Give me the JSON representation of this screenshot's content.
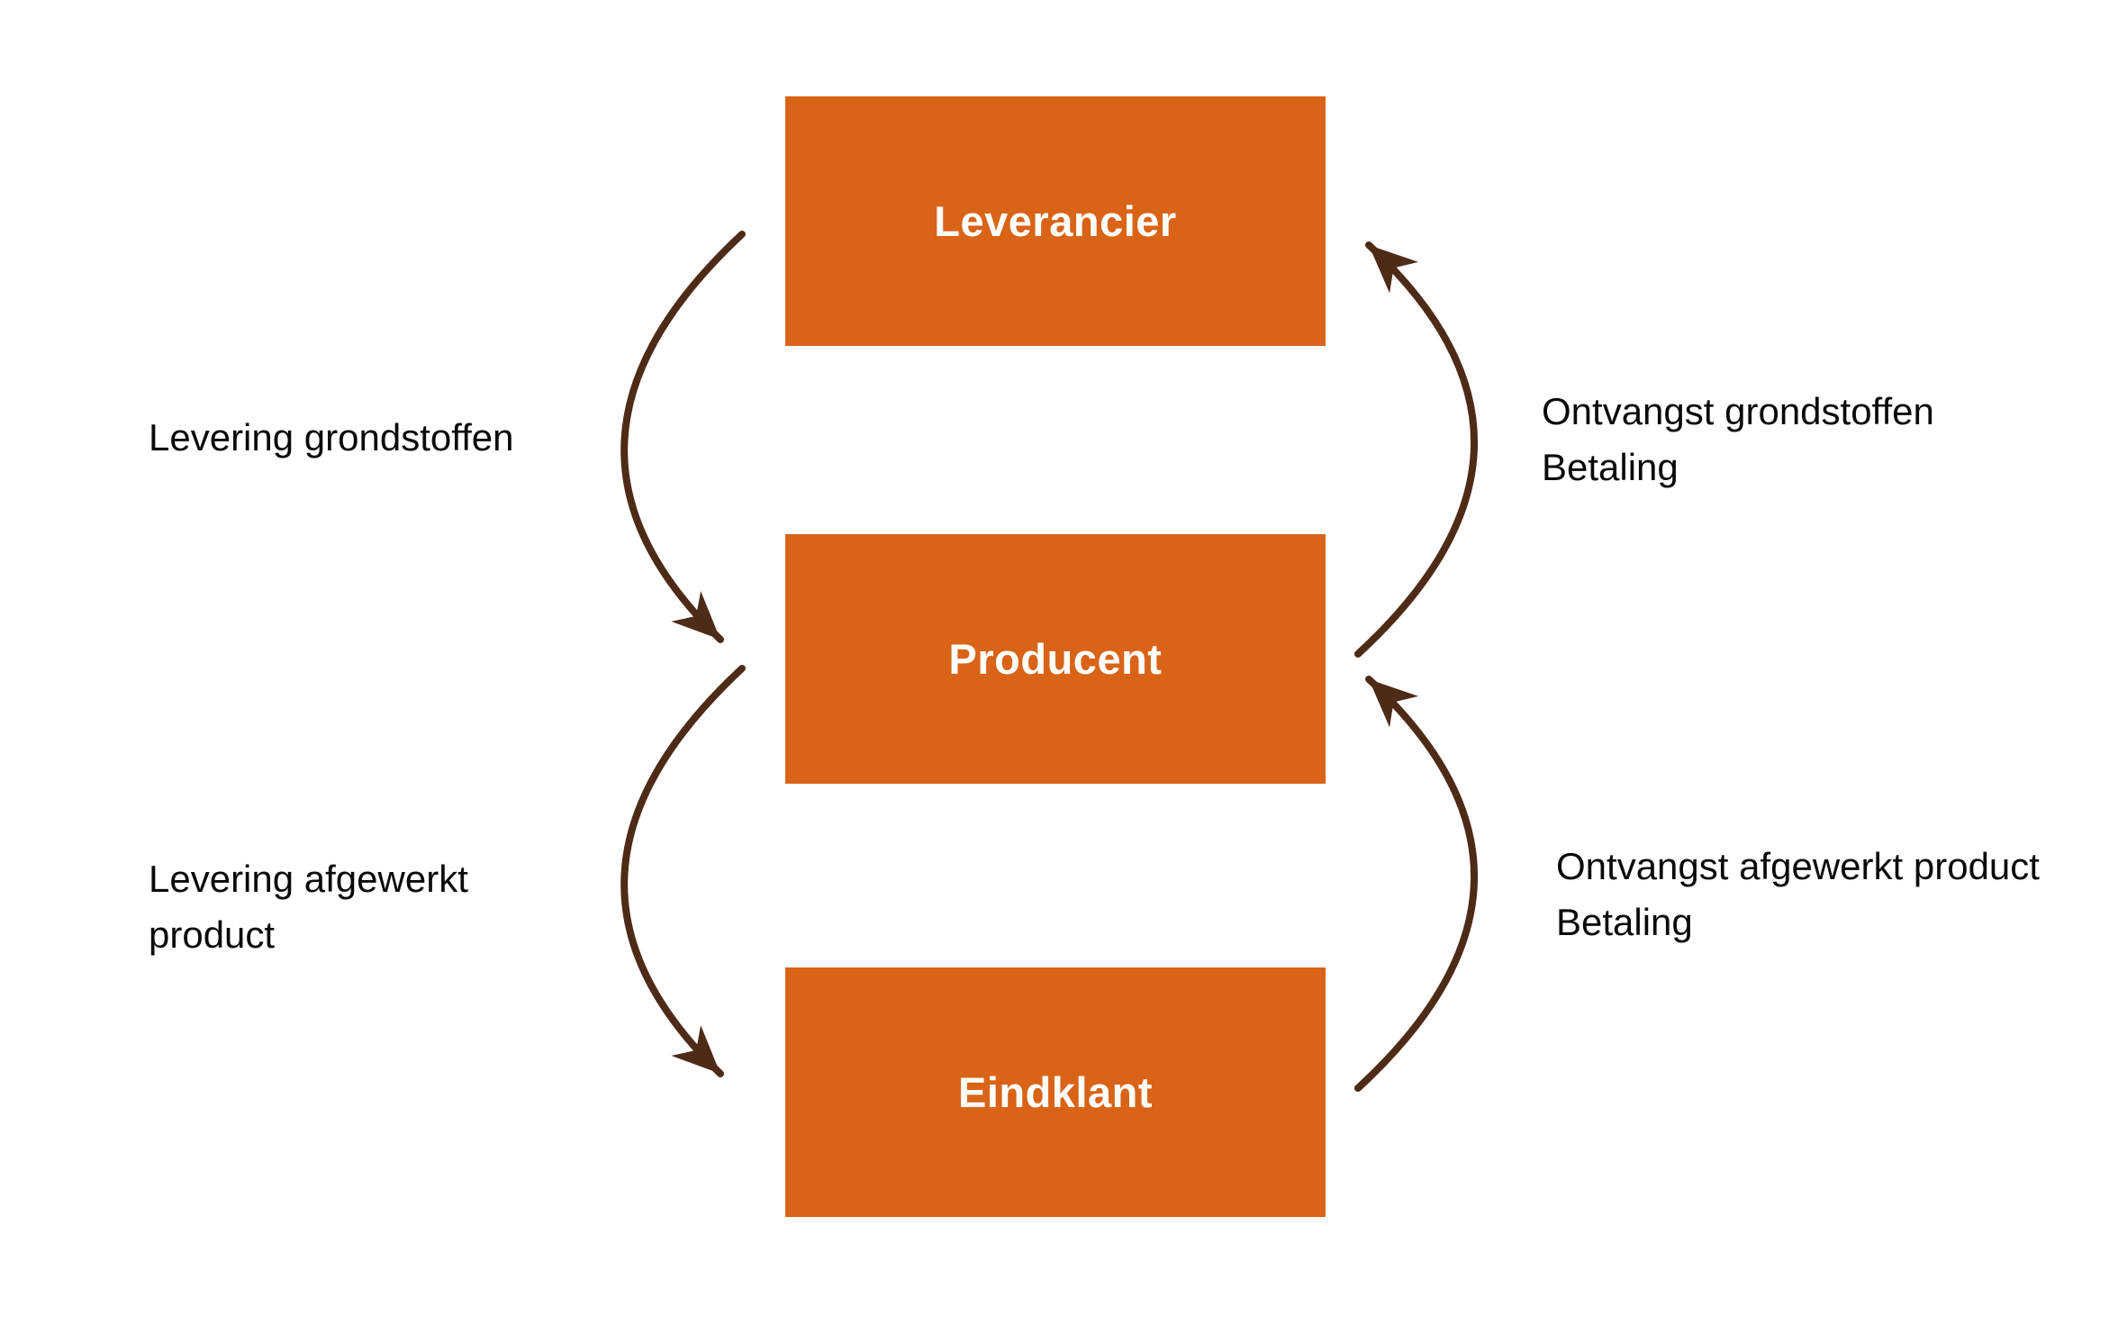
{
  "canvas": {
    "background": "#ffffff"
  },
  "colors": {
    "node_fill": "#d96316",
    "node_text": "#ffffff",
    "arrow": "#4e2b17",
    "label_text": "#0a0a0a"
  },
  "diagram": {
    "type": "flow",
    "nodes": [
      {
        "id": "leverancier",
        "label": "Leverancier"
      },
      {
        "id": "producent",
        "label": "Producent"
      },
      {
        "id": "eindklant",
        "label": "Eindklant"
      }
    ],
    "flows": [
      {
        "from": "Leverancier",
        "to": "Producent",
        "side": "left",
        "direction": "down",
        "label_lines": [
          "Levering grondstoffen"
        ]
      },
      {
        "from": "Producent",
        "to": "Leverancier",
        "side": "right",
        "direction": "up",
        "label_lines": [
          "Ontvangst grondstoffen",
          "Betaling"
        ]
      },
      {
        "from": "Producent",
        "to": "Eindklant",
        "side": "left",
        "direction": "down",
        "label_lines": [
          "Levering afgewerkt",
          "product"
        ]
      },
      {
        "from": "Eindklant",
        "to": "Producent",
        "side": "right",
        "direction": "up",
        "label_lines": [
          "Ontvangst afgewerkt product",
          "Betaling"
        ]
      }
    ]
  }
}
